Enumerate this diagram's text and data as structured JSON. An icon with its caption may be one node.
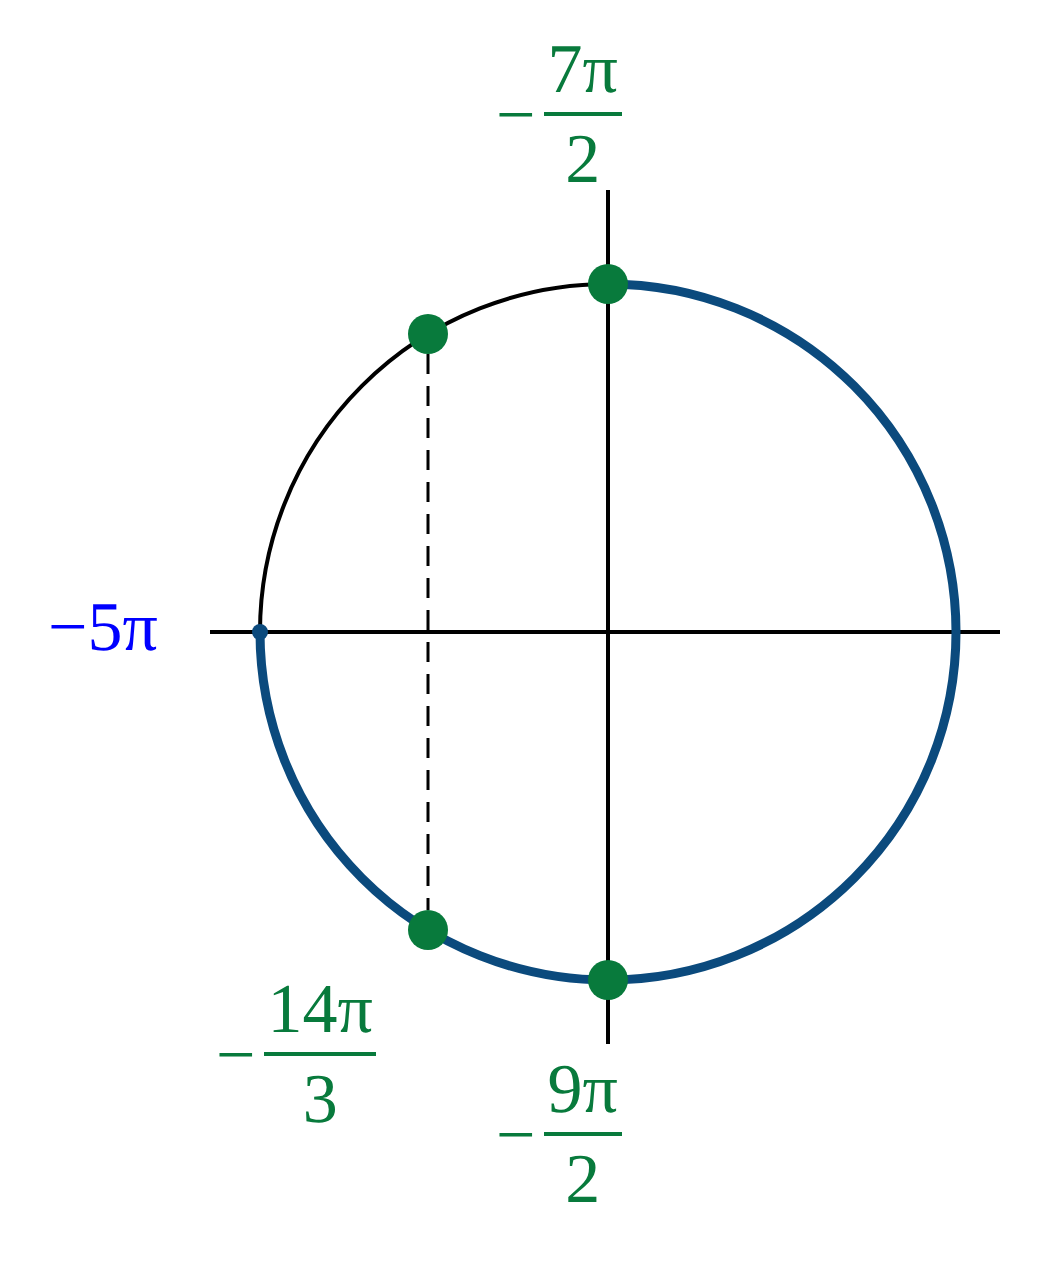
{
  "diagram": {
    "nodes": [
      {
        "text": [],
        "shape": "circle",
        "beside": [
          "−",
          "7π",
          "2"
        ]
      },
      {
        "text": [],
        "shape": "circle"
      },
      {
        "text": [],
        "shape": "circle",
        "beside": [
          "−5π"
        ]
      },
      {
        "text": [],
        "shape": "circle",
        "beside": [
          "−",
          "14π",
          "3"
        ]
      },
      {
        "text": [],
        "shape": "circle",
        "beside": [
          "−",
          "9π",
          "2"
        ]
      }
    ],
    "edges": [
      {
        "from": 1,
        "to": 3,
        "arrow": "none",
        "style": "dashed"
      }
    ]
  }
}
